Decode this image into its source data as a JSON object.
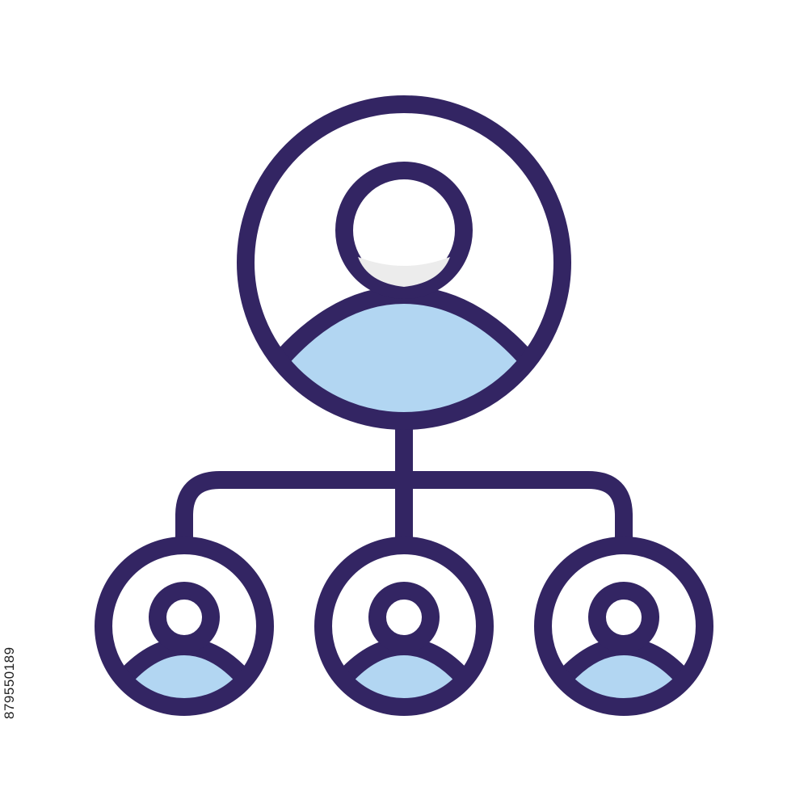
{
  "icon": {
    "name": "organization-hierarchy",
    "colors": {
      "outline": "#332563",
      "body_fill": "#b2d6f2",
      "body_shade": "#9fb7e0",
      "head_shade": "#ececec",
      "background": "#ffffff"
    },
    "nodes": [
      {
        "role": "top-person"
      },
      {
        "role": "subordinate-person"
      },
      {
        "role": "subordinate-person"
      },
      {
        "role": "subordinate-person"
      }
    ]
  },
  "stock_id": "879550189"
}
